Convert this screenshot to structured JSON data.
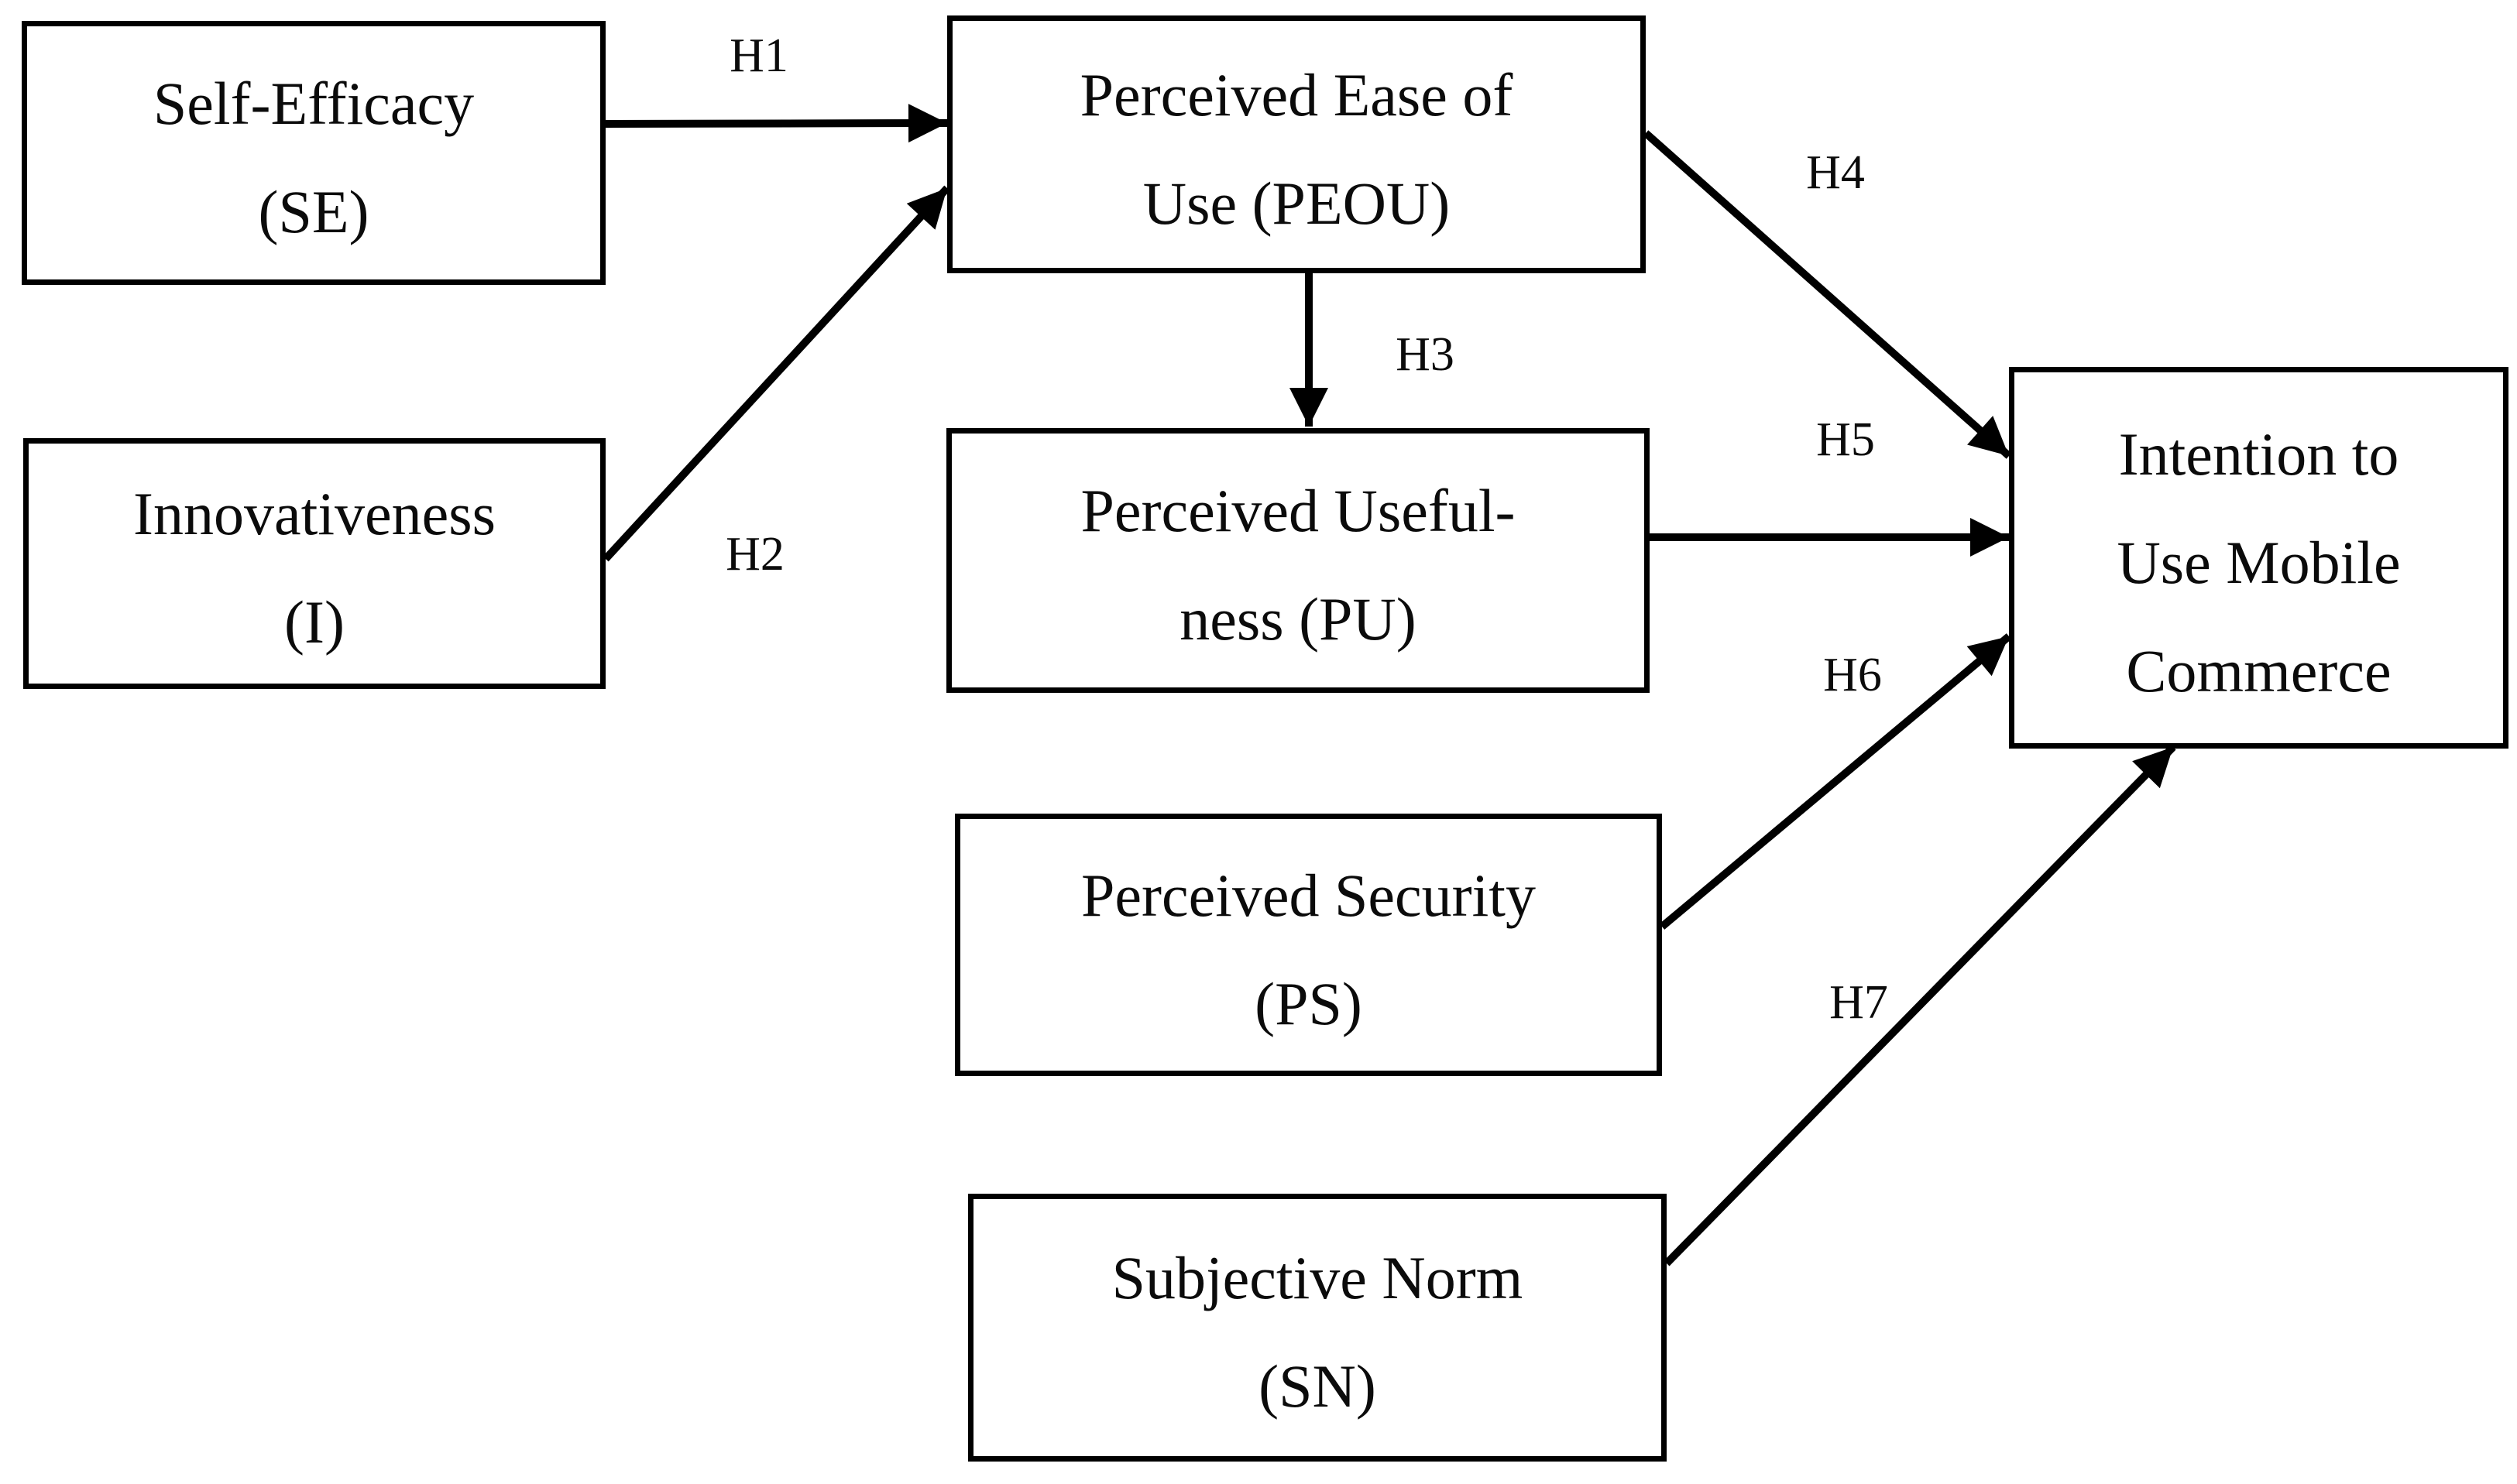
{
  "diagram": {
    "type": "research-model",
    "colors": {
      "background": "#ffffff",
      "box_fill": "#ffffff",
      "box_border": "#000000",
      "line": "#000000",
      "text": "#0b0b0b"
    },
    "boxes": {
      "se": {
        "id": "SE",
        "lines": [
          "Self-Efficacy",
          "(SE)"
        ]
      },
      "i": {
        "id": "I",
        "lines": [
          "Innovativeness",
          "(I)"
        ]
      },
      "peou": {
        "id": "PEOU",
        "lines": [
          "Perceived Ease of",
          "Use (PEOU)"
        ]
      },
      "pu": {
        "id": "PU",
        "lines": [
          "Perceived Useful-",
          "ness (PU)"
        ]
      },
      "ps": {
        "id": "PS",
        "lines": [
          "Perceived Security",
          "(PS)"
        ]
      },
      "sn": {
        "id": "SN",
        "lines": [
          "Subjective Norm",
          "(SN)"
        ]
      },
      "intention": {
        "id": "IUMC",
        "lines": [
          "Intention to",
          "Use Mobile",
          "Commerce"
        ]
      }
    },
    "edges": [
      {
        "label": "H1",
        "from": "Self-Efficacy (SE)",
        "to": "Perceived Ease of Use (PEOU)"
      },
      {
        "label": "H2",
        "from": "Innovativeness (I)",
        "to": "Perceived Ease of Use (PEOU)"
      },
      {
        "label": "H3",
        "from": "Perceived Ease of Use (PEOU)",
        "to": "Perceived Usefulness (PU)"
      },
      {
        "label": "H4",
        "from": "Perceived Ease of Use (PEOU)",
        "to": "Intention to Use Mobile Commerce"
      },
      {
        "label": "H5",
        "from": "Perceived Usefulness (PU)",
        "to": "Intention to Use Mobile Commerce"
      },
      {
        "label": "H6",
        "from": "Perceived Security (PS)",
        "to": "Intention to Use Mobile Commerce"
      },
      {
        "label": "H7",
        "from": "Subjective Norm (SN)",
        "to": "Intention to Use Mobile Commerce"
      }
    ]
  }
}
